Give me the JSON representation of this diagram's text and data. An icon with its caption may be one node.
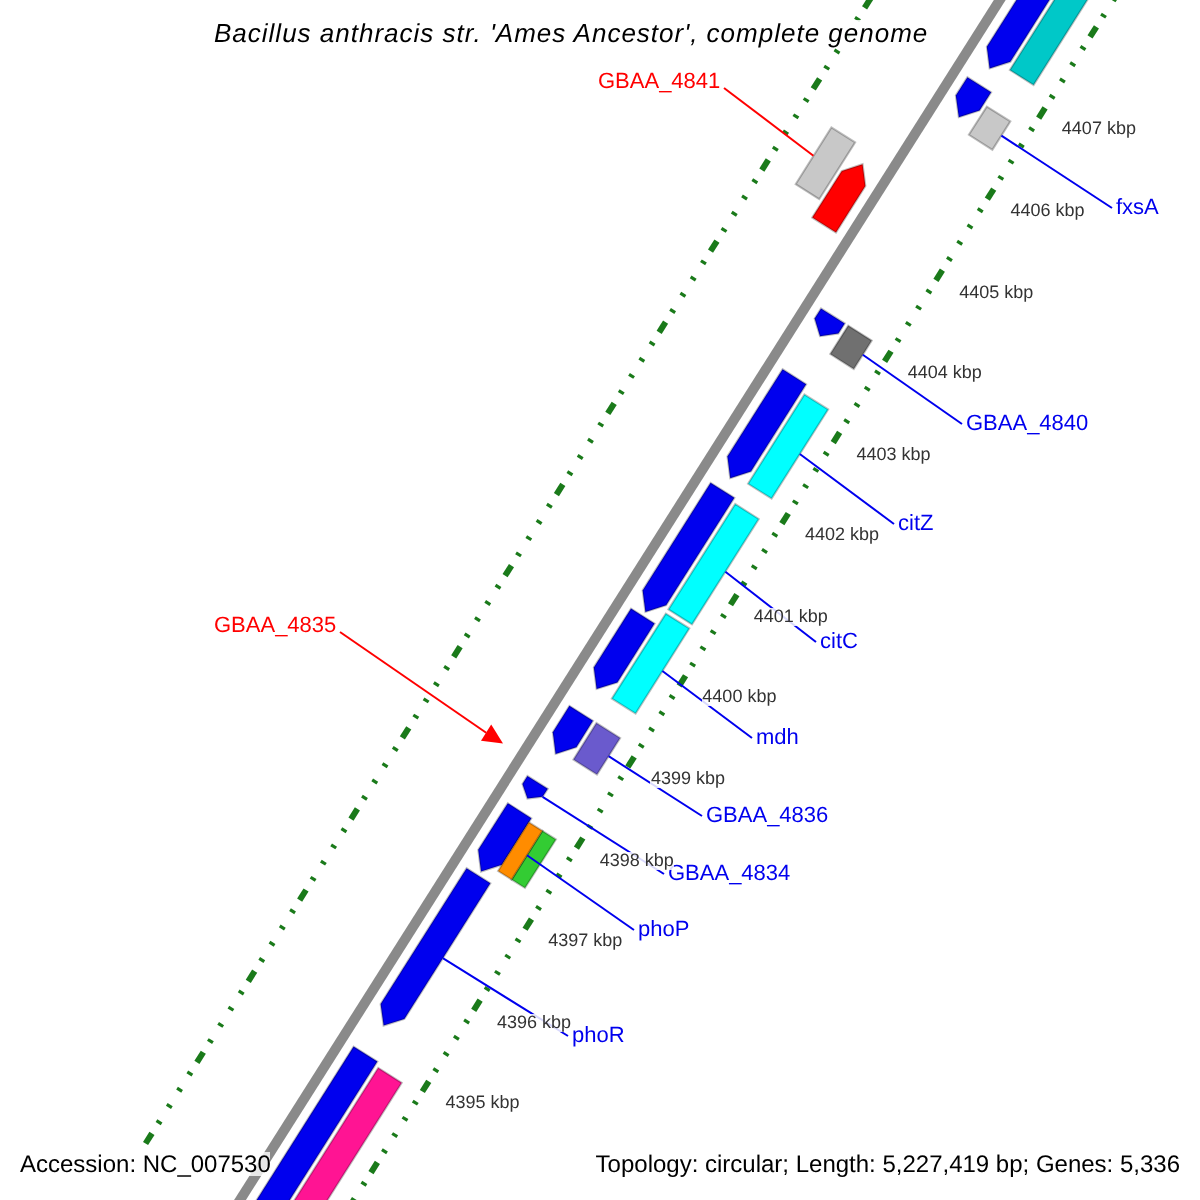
{
  "diagram": {
    "title": "Bacillus anthracis str. 'Ames Ancestor', complete genome",
    "nodes": [
      {
        "text": [
          "GBAA_4841"
        ]
      },
      {
        "text": [],
        "shape": "bar"
      },
      {
        "text": [
          "fxsA"
        ]
      },
      {
        "text": [],
        "shape": "bar"
      },
      {
        "text": [
          "GBAA_4840"
        ]
      },
      {
        "text": [],
        "shape": "bar"
      },
      {
        "text": [
          "citZ"
        ]
      },
      {
        "text": [],
        "shape": "bar"
      },
      {
        "text": [
          "citC"
        ]
      },
      {
        "text": [],
        "shape": "bar"
      },
      {
        "text": [
          "GBAA_4835"
        ]
      },
      {
        "text": [],
        "shape": "triangle"
      },
      {
        "text": [
          "mdh"
        ]
      },
      {
        "text": [],
        "shape": "bar"
      },
      {
        "text": [
          "GBAA_4836"
        ]
      },
      {
        "text": [],
        "shape": "bar"
      },
      {
        "text": [
          "GBAA_4834"
        ]
      },
      {
        "text": [],
        "shape": "arrow"
      },
      {
        "text": [
          "phoP"
        ]
      },
      {
        "text": [],
        "shape": "bar"
      },
      {
        "text": [
          "phoR"
        ]
      },
      {
        "text": [],
        "shape": "arrow"
      }
    ],
    "edges": [
      {
        "from": 0,
        "to": 1,
        "arrow": "none",
        "color": "#ff0000"
      },
      {
        "from": 2,
        "to": 3,
        "arrow": "none"
      },
      {
        "from": 4,
        "to": 5,
        "arrow": "none"
      },
      {
        "from": 6,
        "to": 7,
        "arrow": "none"
      },
      {
        "from": 8,
        "to": 9,
        "arrow": "none"
      },
      {
        "from": 10,
        "to": 11,
        "arrow": "none",
        "color": "#ff0000"
      },
      {
        "from": 12,
        "to": 13,
        "arrow": "none"
      },
      {
        "from": 14,
        "to": 15,
        "arrow": "none"
      },
      {
        "from": 16,
        "to": 17,
        "arrow": "none"
      },
      {
        "from": 18,
        "to": 19,
        "arrow": "none"
      },
      {
        "from": 20,
        "to": 21,
        "arrow": "none"
      }
    ],
    "labels": [
      "4407 kbp",
      "4406 kbp",
      "4405 kbp",
      "4404 kbp",
      "4403 kbp",
      "4402 kbp",
      "4401 kbp",
      "4400 kbp",
      "4399 kbp",
      "4398 kbp",
      "4397 kbp",
      "4396 kbp",
      "4395 kbp",
      "Accession: NC_007530",
      "Topology: circular; Length: 5,227,419 bp; Genes: 5,336"
    ]
  }
}
